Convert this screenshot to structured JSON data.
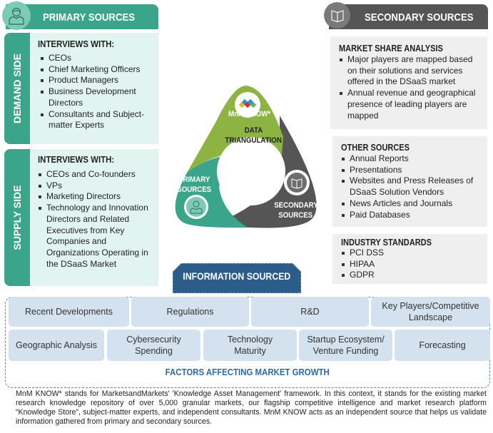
{
  "primary_sources": {
    "title": "PRIMARY SOURCES",
    "icon": "person-icon",
    "demand_side": {
      "label": "DEMAND SIDE",
      "heading": "INTERVIEWS WITH:",
      "items": [
        "CEOs",
        "Chief Marketing Officers",
        "Product Managers",
        "Business Development Directors",
        "Consultants and Subject-matter Experts"
      ]
    },
    "supply_side": {
      "label": "SUPPLY SIDE",
      "heading": "INTERVIEWS WITH:",
      "items": [
        "CEOs and Co-founders",
        "VPs",
        "Marketing Directors",
        "Technology and Innovation Directors and Related Executives from Key Companies and Organizations Operating in the DSaaS Market"
      ]
    }
  },
  "secondary_sources": {
    "title": "SECONDARY SOURCES",
    "icon": "book-icon",
    "market_share": {
      "heading": "MARKET SHARE ANALYSIS",
      "items": [
        "Major players are mapped based on their solutions and services offered in the DSaaS market",
        "Annual revenue and geographical presence of leading players are mapped"
      ]
    },
    "other_sources": {
      "heading": "OTHER SOURCES",
      "items": [
        "Annual Reports",
        "Presentations",
        "Websites and Press Releases of DSaaS Solution Vendors",
        "News Articles and Journals",
        "Paid Databases"
      ]
    },
    "industry_standards": {
      "heading": "INDUSTRY STANDARDS",
      "items": [
        "PCI DSS",
        "HIPAA",
        "GDPR"
      ]
    }
  },
  "triangulation": {
    "center_line1": "DATA",
    "center_line2": "TRIANGULATION",
    "top_label": "MnM KNOW*",
    "left_line1": "PRIMARY",
    "left_line2": "SOURCES",
    "right_line1": "SECONDARY",
    "right_line2": "SOURCES",
    "colors": {
      "green": "#8db443",
      "teal": "#3aa58b",
      "gray": "#555555"
    }
  },
  "information_sourced": "INFORMATION SOURCED",
  "factors": {
    "title": "FACTORS AFFECTING MARKET GROWTH",
    "row1": [
      "Recent Developments",
      "Regulations",
      "R&D",
      "Key Players/Competitive Landscape"
    ],
    "row2": [
      "Geographic Analysis",
      "Cybersecurity Spending",
      "Technology Maturity",
      "Startup Ecosystem/ Venture Funding",
      "Forecasting"
    ]
  },
  "footnote": "MnM KNOW* stands for MarketsandMarkets' 'Knowledge Asset Management' framework. In this context, it stands for the existing market research knowledge repository of over 5,000 granular markets, our flagship competitive intelligence and market research platform “Knowledge Store”, subject-matter experts, and independent consultants. MnM KNOW acts as an independent source that helps us validate information gathered from primary and secondary sources."
}
